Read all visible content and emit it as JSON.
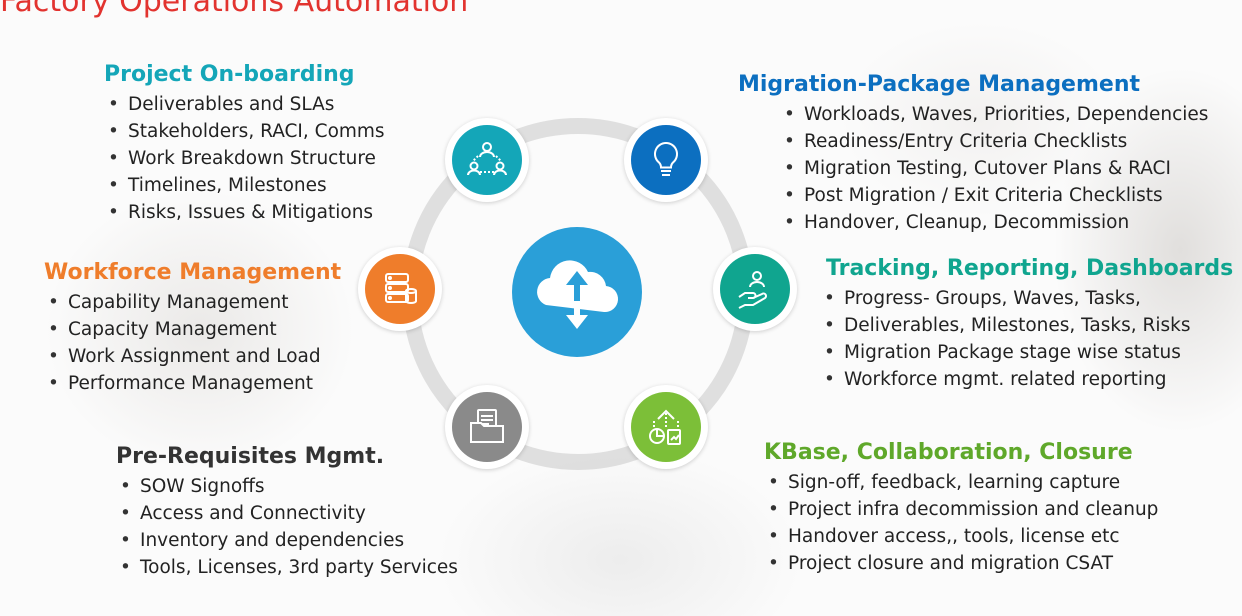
{
  "title": "Factory Operations Automation",
  "colors": {
    "title": "#e2332f",
    "teal": "#14a6b8",
    "blue": "#0c6fc0",
    "orange": "#ef7d2b",
    "green": "#10a58f",
    "gray": "#8a8a8a",
    "lime": "#7cbf38",
    "hub": "#2a9fd8"
  },
  "groups": {
    "onboarding": {
      "heading": "Project On-boarding",
      "icon": "people-network-icon",
      "items": [
        "Deliverables and SLAs",
        "Stakeholders, RACI, Comms",
        "Work Breakdown Structure",
        "Timelines, Milestones",
        "Risks, Issues & Mitigations"
      ]
    },
    "migration": {
      "heading": "Migration-Package Management",
      "icon": "lightbulb-icon",
      "items": [
        "Workloads, Waves, Priorities, Dependencies",
        "Readiness/Entry Criteria Checklists",
        "Migration Testing, Cutover Plans & RACI",
        "Post Migration / Exit Criteria Checklists",
        "Handover, Cleanup, Decommission"
      ]
    },
    "workforce": {
      "heading": "Workforce Management",
      "icon": "database-server-icon",
      "items": [
        "Capability Management",
        "Capacity Management",
        "Work Assignment and Load",
        "Performance Management"
      ]
    },
    "tracking": {
      "heading": "Tracking, Reporting, Dashboards",
      "icon": "hand-person-icon",
      "items": [
        "Progress- Groups, Waves, Tasks,",
        "Deliverables, Milestones, Tasks, Risks",
        "Migration Package stage wise status",
        "Workforce mgmt. related reporting"
      ]
    },
    "prereq": {
      "heading": "Pre-Requisites Mgmt.",
      "icon": "folder-documents-icon",
      "items": [
        "SOW Signoffs",
        "Access and Connectivity",
        "Inventory and dependencies",
        "Tools, Licenses, 3rd party Services"
      ]
    },
    "kbase": {
      "heading": "KBase, Collaboration, Closure",
      "icon": "analytics-report-icon",
      "items": [
        "Sign-off, feedback, learning capture",
        "Project infra decommission and cleanup",
        "Handover access,, tools, license etc",
        "Project closure and migration CSAT"
      ]
    }
  },
  "hub": {
    "icon": "cloud-upload-download-icon"
  }
}
